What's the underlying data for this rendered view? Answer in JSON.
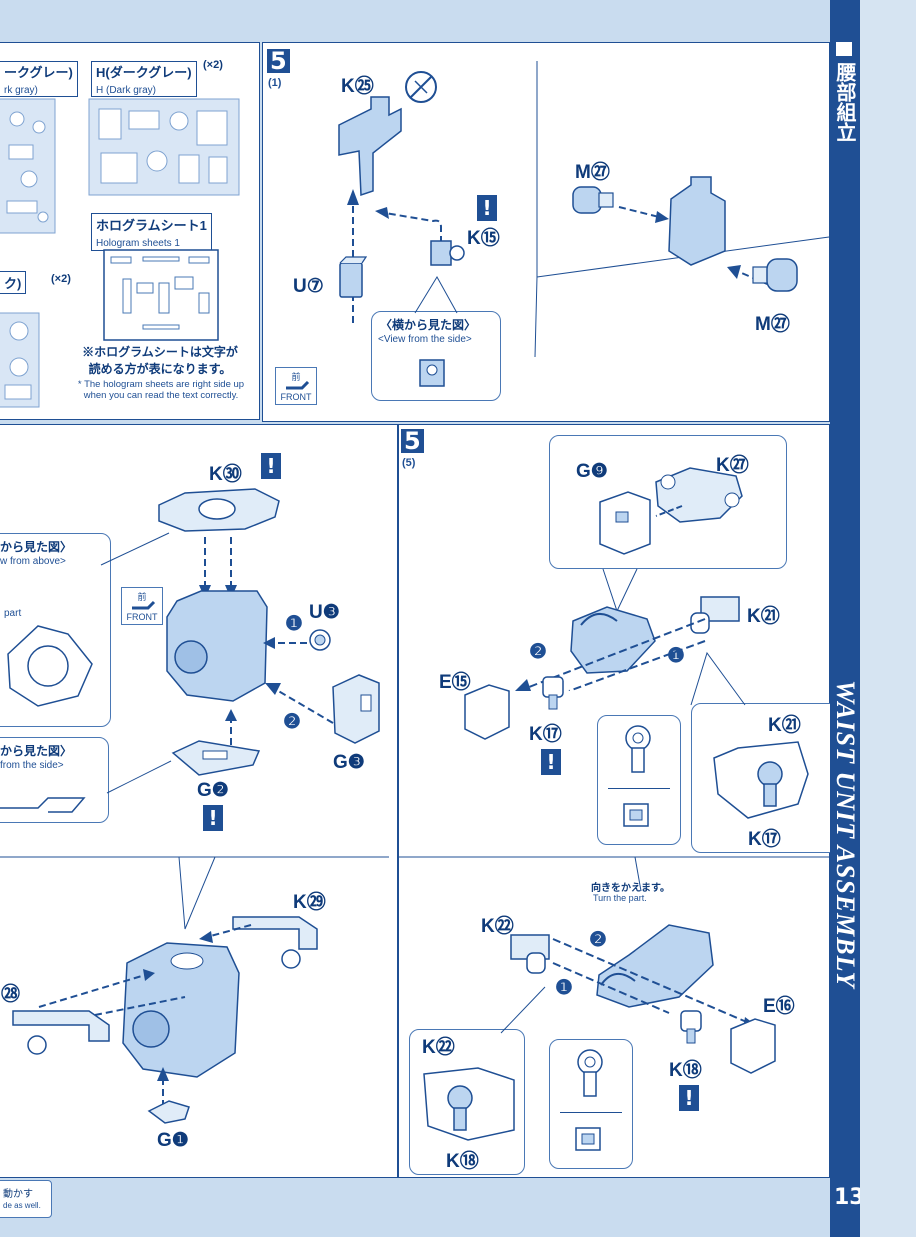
{
  "runners": {
    "left_label_jp": "ークグレー)",
    "left_label_en": "rk gray)",
    "h_label_jp": "H(ダークグレー)",
    "h_label_en": "H (Dark gray)",
    "h_count": "(×2)",
    "hologram_jp": "ホログラムシート1",
    "hologram_en": "Hologram sheets 1",
    "lower_left_label": "ク)",
    "lower_left_count": "(×2)",
    "note_jp_line1": "※ホログラムシートは文字が",
    "note_jp_line2": "読める方が表になります。",
    "note_en_line1": "* The hologram sheets are right side up",
    "note_en_line2": "when you can read the text correctly."
  },
  "step5_1": {
    "step": "5",
    "sub": "(1)",
    "parts": [
      "K㉕",
      "U⑦",
      "K⑮"
    ],
    "view_side_jp": "〈横から見た図〉",
    "view_side_en": "<View from the side>",
    "front_jp": "前",
    "front_en": "FRONT",
    "parts_right": [
      "M㉗",
      "M㉗"
    ]
  },
  "step5_left": {
    "parts": [
      "K㉚",
      "U❸",
      "G❸",
      "G❷"
    ],
    "view_above_jp": "から見た図〉",
    "view_above_en": "w from above>",
    "part_label": "part",
    "view_side_jp": "から見た図〉",
    "view_side_en": "from the side>",
    "front_jp": "前",
    "front_en": "FRONT",
    "steps": [
      "❶",
      "❷"
    ]
  },
  "step5_lower_left": {
    "parts": [
      "K㉙",
      "㉘",
      "G❶"
    ]
  },
  "step5_5": {
    "step": "5",
    "sub": "(5)",
    "parts": [
      "G❾",
      "K㉗",
      "K㉑",
      "E⑮",
      "K⑰",
      "K㉑",
      "K⑰"
    ],
    "steps": [
      "❷",
      "❶"
    ]
  },
  "step5_lower_right": {
    "turn_jp": "向きをかえます。",
    "turn_en": "Turn the part.",
    "parts": [
      "K㉒",
      "E⑯",
      "K㉒",
      "K⑱",
      "K⑱"
    ],
    "steps": [
      "❷",
      "❶"
    ]
  },
  "footer": {
    "jp": "動かす",
    "en": "de as well."
  },
  "sidebar": {
    "jp_title": "腰部組立",
    "en_title": "WAIST UNIT ASSEMBLY",
    "page": "13"
  },
  "colors": {
    "accent": "#1f4f94",
    "background": "#c9dcef",
    "part_fill": "#bcd5f0"
  }
}
